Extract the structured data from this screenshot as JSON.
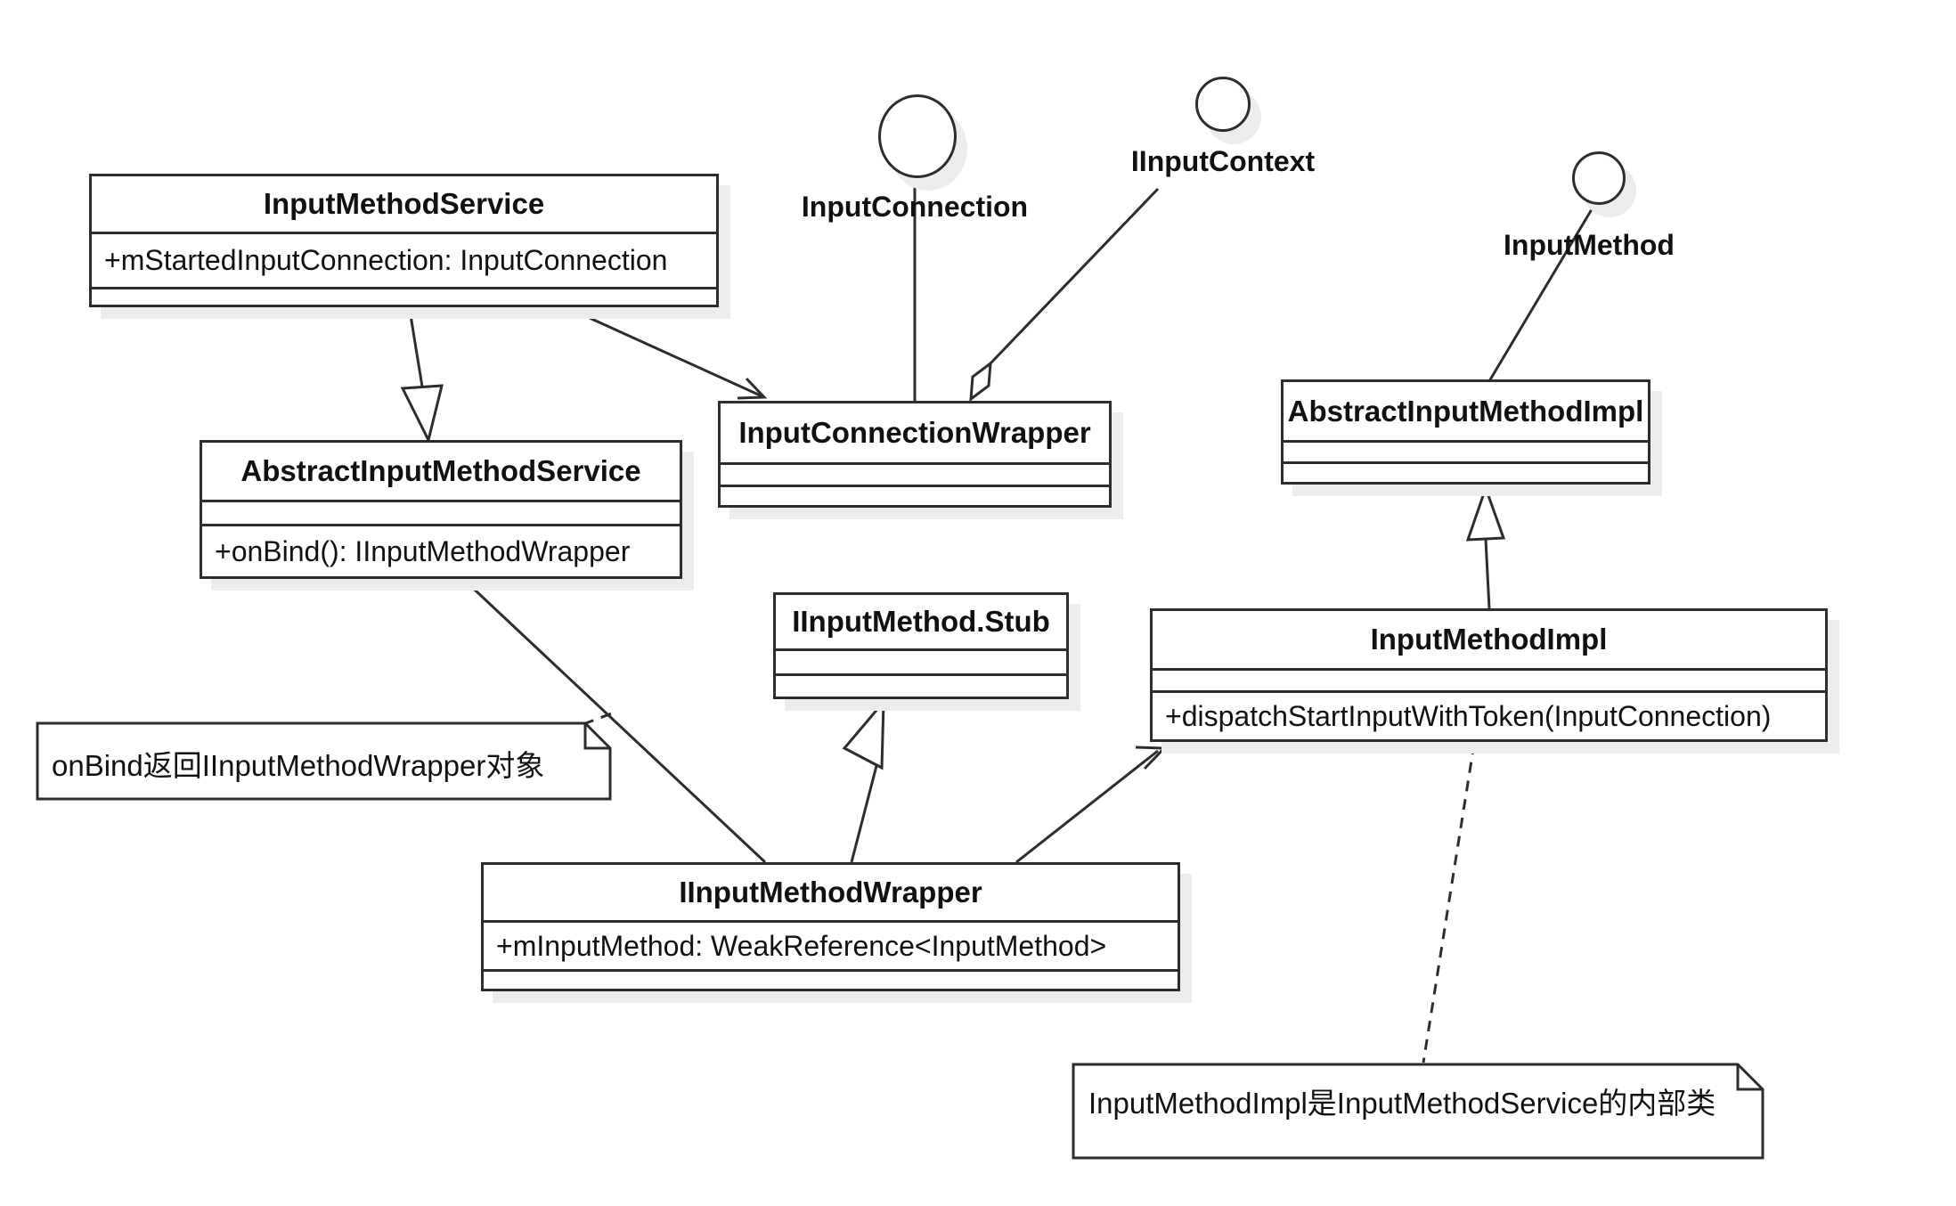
{
  "diagram": {
    "title": "Android input-method UML class diagram",
    "colors": {
      "background": "#ffffff",
      "line": "#2d2d2d",
      "shadow": "#ececec",
      "text": "#111111",
      "box_fill": "#ffffff"
    },
    "classes": [
      {
        "id": "input-method-service",
        "name": "InputMethodService",
        "attributes": [
          "+mStartedInputConnection: InputConnection"
        ],
        "methods": []
      },
      {
        "id": "abstract-input-method-service",
        "name": "AbstractInputMethodService",
        "attributes": [],
        "methods": [
          "+onBind(): IInputMethodWrapper"
        ]
      },
      {
        "id": "input-connection-wrapper",
        "name": "InputConnectionWrapper",
        "attributes": [],
        "methods": []
      },
      {
        "id": "iinput-method-stub",
        "name": "IInputMethod.Stub",
        "attributes": [],
        "methods": []
      },
      {
        "id": "abstract-input-method-impl",
        "name": "AbstractInputMethodImpl",
        "attributes": [],
        "methods": []
      },
      {
        "id": "input-method-impl",
        "name": "InputMethodImpl",
        "attributes": [],
        "methods": [
          "+dispatchStartInputWithToken(InputConnection)"
        ]
      },
      {
        "id": "iinput-method-wrapper",
        "name": "IInputMethodWrapper",
        "attributes": [
          "+mInputMethod: WeakReference<InputMethod>"
        ],
        "methods": []
      }
    ],
    "interfaces": [
      {
        "id": "input-connection",
        "label": "InputConnection"
      },
      {
        "id": "iinput-context",
        "label": "IInputContext"
      },
      {
        "id": "input-method",
        "label": "InputMethod"
      }
    ],
    "notes": [
      {
        "id": "note-onbind",
        "text": "onBind返回IInputMethodWrapper对象"
      },
      {
        "id": "note-inner-class",
        "text": "InputMethodImpl是InputMethodService的内部类"
      }
    ]
  }
}
